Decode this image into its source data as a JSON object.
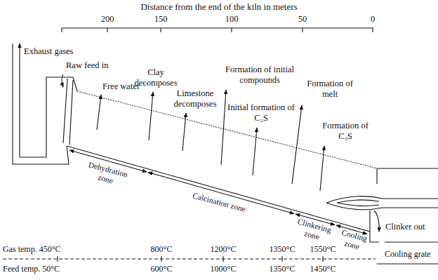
{
  "diagram": {
    "labels": [
      "Distance from the end of the kiln in meters",
      "200",
      "150",
      "100",
      "50",
      "0",
      "Exhaust gases",
      "Raw feed in",
      "Free water",
      "Clay decomposes",
      "Limestone decomposes",
      "Formation of initial compounds",
      "Initial formation of C₂S",
      "Formation of melt",
      "Formation of C₃S",
      "Dehydration zone",
      "Calcination zone",
      "Clinkering zone",
      "Cooling zone",
      "Clinker out",
      "Gas temp. 450°C",
      "800°C",
      "1200°C",
      "1350°C",
      "1550°C",
      "Cooling grate",
      "Feed temp. 50°C",
      "600°C",
      "1000°C",
      "1350°C",
      "1450°C"
    ]
  }
}
